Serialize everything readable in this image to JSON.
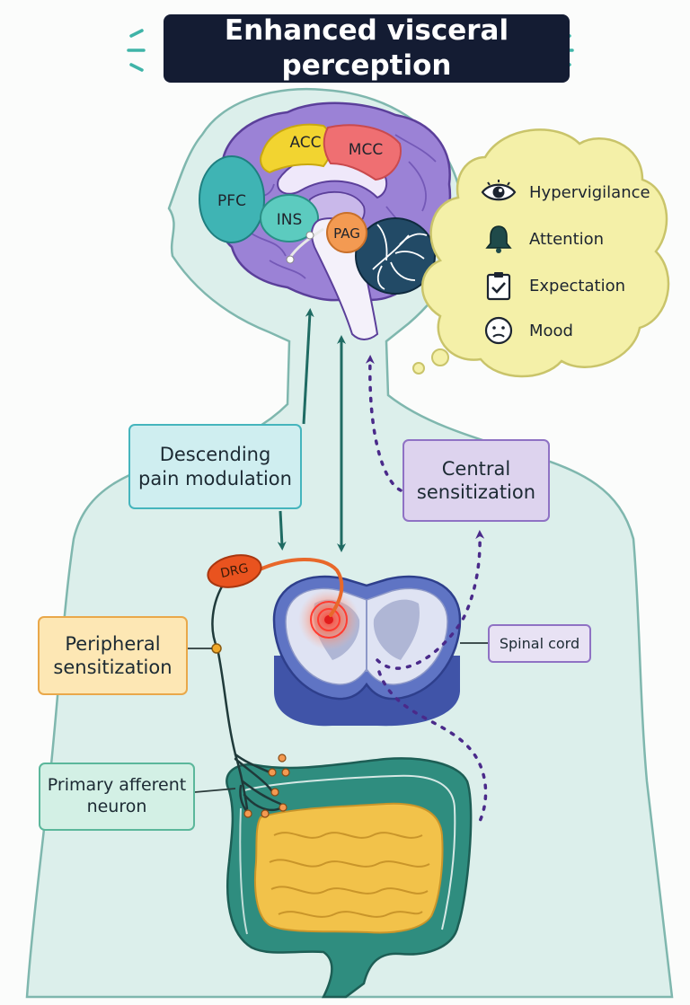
{
  "title": "Enhanced visceral perception",
  "boxes": {
    "descending": "Descending\npain modulation",
    "central": "Central\nsensitization",
    "peripheral": "Peripheral\nsensitization",
    "primary_afferent": "Primary afferent\nneuron",
    "spinal_cord": "Spinal cord"
  },
  "brain_regions": {
    "acc": "ACC",
    "mcc": "MCC",
    "pfc": "PFC",
    "ins": "INS",
    "pag": "PAG"
  },
  "drg": "DRG",
  "thought_items": [
    {
      "label": "Hypervigilance",
      "icon": "eye-icon"
    },
    {
      "label": "Attention",
      "icon": "bell-icon"
    },
    {
      "label": "Expectation",
      "icon": "clipboard-check-icon"
    },
    {
      "label": "Mood",
      "icon": "sad-face-icon"
    }
  ],
  "colors": {
    "title_bg": "#141c33",
    "body_fill": "#dcefeb",
    "brain_purple": "#9b82d6",
    "acc_yellow": "#f2d430",
    "mcc_red": "#ef6f72",
    "pfc_teal": "#3fb4b4",
    "ins_teal": "#5ccbbf",
    "pag_orange": "#f39a52",
    "cerebellum": "#224a66",
    "arrow_teal": "#1f6b63",
    "arrow_purple": "#4a2a8a",
    "thought_cloud": "#f4f0a8",
    "gut_outer": "#2f8d7f",
    "gut_inner": "#f2c24a",
    "spinal_blue": "#4054a8"
  }
}
